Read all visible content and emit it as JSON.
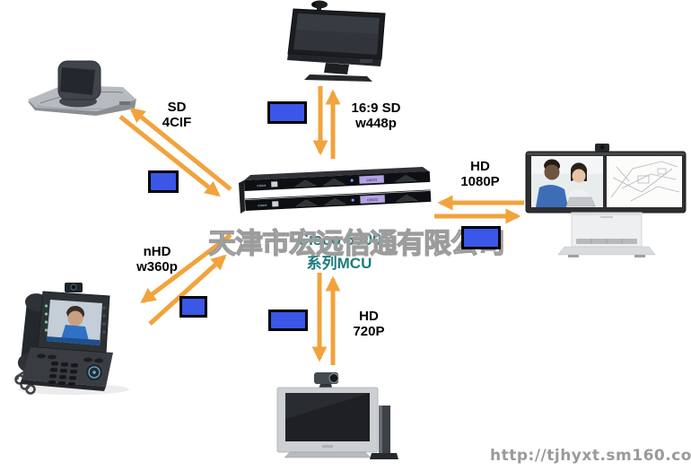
{
  "diagram": {
    "watermark": "天津市宏远信通有限公司",
    "footer_url": "http://tjhyxt.sm160.com",
    "mcu": {
      "name_line1": "Cisco 5300",
      "name_line2": "系列MCU",
      "panel_display_text": "CISCO"
    },
    "connections": [
      {
        "endpoint": "conference-camera",
        "line1": "SD",
        "line2": "4CIF"
      },
      {
        "endpoint": "desktop-video-monitor",
        "line1": "16:9 SD",
        "line2": "w448p"
      },
      {
        "endpoint": "telepresence-system",
        "line1": "HD",
        "line2": "1080P"
      },
      {
        "endpoint": "ip-video-phone",
        "line1": "nHD",
        "line2": "w360p"
      },
      {
        "endpoint": "tv-endpoint",
        "line1": "HD",
        "line2": "720P"
      }
    ],
    "colors": {
      "arrow_orange": "#F2A33C",
      "legend_blue": "#3A57E8",
      "mcu_text_teal": "#1B7C7C",
      "watermark_gray": "#9C9C9C"
    }
  }
}
